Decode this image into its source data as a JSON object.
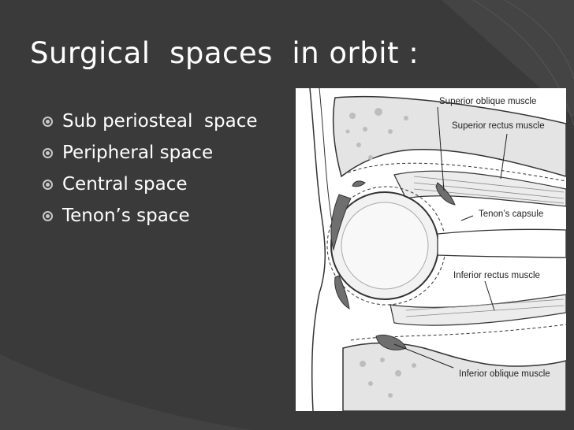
{
  "slide": {
    "title": "Surgical  spaces  in orbit :",
    "bullets": [
      "Sub periosteal  space",
      "Peripheral space",
      "Central space",
      "Tenon’s space"
    ]
  },
  "figure": {
    "labels": {
      "superior_oblique": "Superior oblique muscle",
      "superior_rectus": "Superior rectus muscle",
      "tenons_capsule": "Tenon’s capsule",
      "inferior_rectus": "Inferior rectus muscle",
      "inferior_oblique": "Inferior oblique muscle"
    }
  },
  "colors": {
    "background": "#3a3a3a",
    "text": "#ffffff",
    "bullet": "#c9c9c9"
  }
}
